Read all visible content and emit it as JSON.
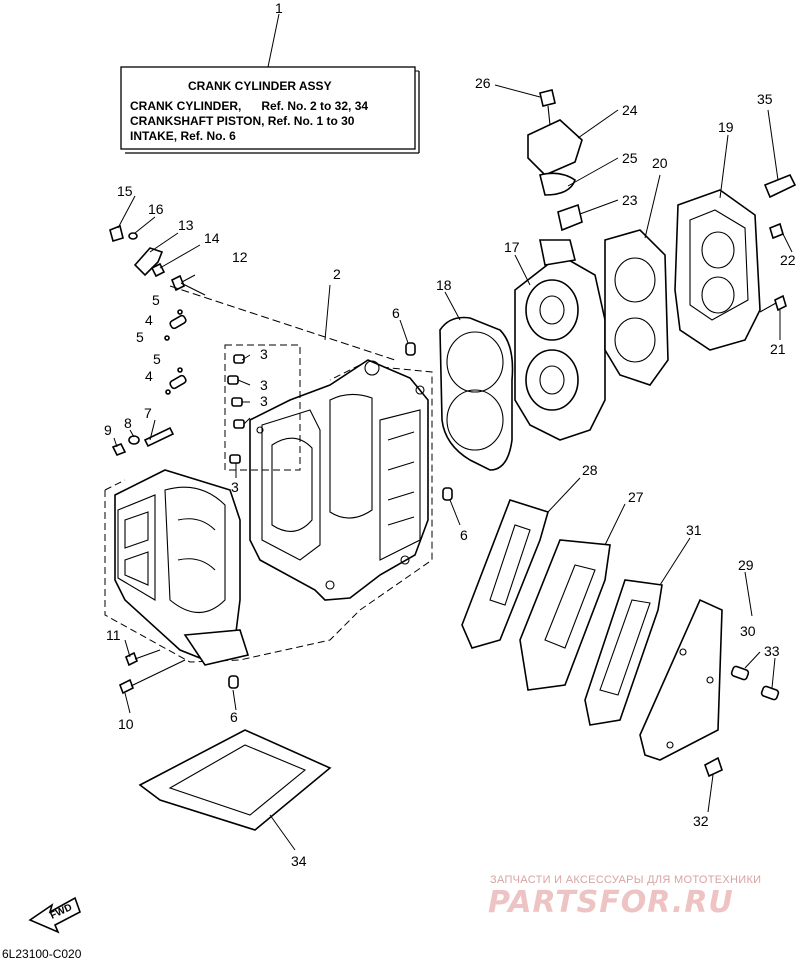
{
  "assembly_box": {
    "title": "CRANK CYLINDER ASSY",
    "lines": [
      "CRANK CYLINDER,      Ref. No. 2 to 32, 34",
      "CRANKSHAFT PISTON, Ref. No. 1 to 30",
      "INTAKE, Ref. No. 6"
    ]
  },
  "callouts": {
    "c1": "1",
    "c2": "2",
    "c3a": "3",
    "c3b": "3",
    "c3c": "3",
    "c3d": "3",
    "c4a": "4",
    "c4b": "4",
    "c5a": "5",
    "c5b": "5",
    "c5c": "5",
    "c6a": "6",
    "c6b": "6",
    "c6c": "6",
    "c7": "7",
    "c8": "8",
    "c9": "9",
    "c10": "10",
    "c11": "11",
    "c12": "12",
    "c13": "13",
    "c14": "14",
    "c15": "15",
    "c16": "16",
    "c17": "17",
    "c18": "18",
    "c19": "19",
    "c20": "20",
    "c21": "21",
    "c22": "22",
    "c23": "23",
    "c24": "24",
    "c25": "25",
    "c26": "26",
    "c27": "27",
    "c28": "28",
    "c29": "29",
    "c30": "30",
    "c31": "31",
    "c32": "32",
    "c33": "33",
    "c34": "34",
    "c35": "35"
  },
  "fwd_label": "FWD",
  "diagram_code": "6L23100-C020",
  "watermark": {
    "tagline": "ЗАПЧАСТИ И АКСЕССУАРЫ ДЛЯ МОТОТЕХНИКИ",
    "logo_text": "PARTSFOR.RU"
  }
}
